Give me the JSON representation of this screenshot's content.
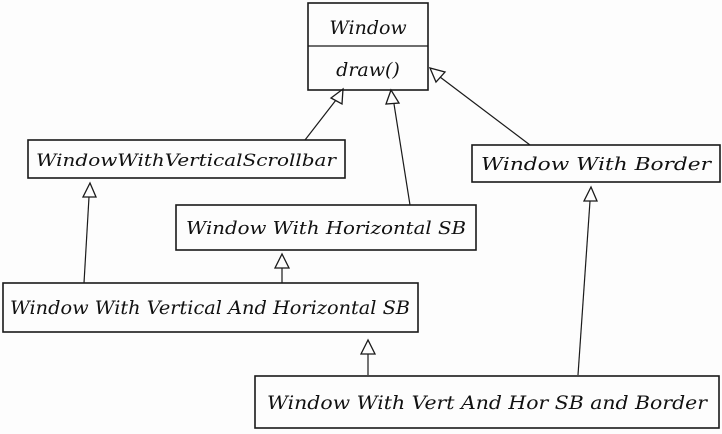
{
  "diagram": {
    "classes": {
      "window": {
        "name": "Window",
        "method": "draw()"
      },
      "vertical_scrollbar": {
        "name": "WindowWithVerticalScrollbar"
      },
      "horizontal_sb": {
        "name": "Window With Horizontal SB"
      },
      "border": {
        "name": "Window With Border"
      },
      "vert_and_horiz": {
        "name": "Window With Vertical And Horizontal SB"
      },
      "vert_hor_border": {
        "name": "Window With Vert And Hor SB and Border"
      }
    },
    "relations": [
      {
        "from": "WindowWithVerticalScrollbar",
        "to": "Window",
        "type": "inheritance"
      },
      {
        "from": "Window With Horizontal SB",
        "to": "Window",
        "type": "inheritance"
      },
      {
        "from": "Window With Border",
        "to": "Window",
        "type": "inheritance"
      },
      {
        "from": "Window With Vertical And Horizontal SB",
        "to": "WindowWithVerticalScrollbar",
        "type": "inheritance"
      },
      {
        "from": "Window With Vertical And Horizontal SB",
        "to": "Window With Horizontal SB",
        "type": "inheritance"
      },
      {
        "from": "Window With Vert And Hor SB and Border",
        "to": "Window With Vertical And Horizontal SB",
        "type": "inheritance"
      },
      {
        "from": "Window With Vert And Hor SB and Border",
        "to": "Window With Border",
        "type": "inheritance"
      }
    ]
  }
}
